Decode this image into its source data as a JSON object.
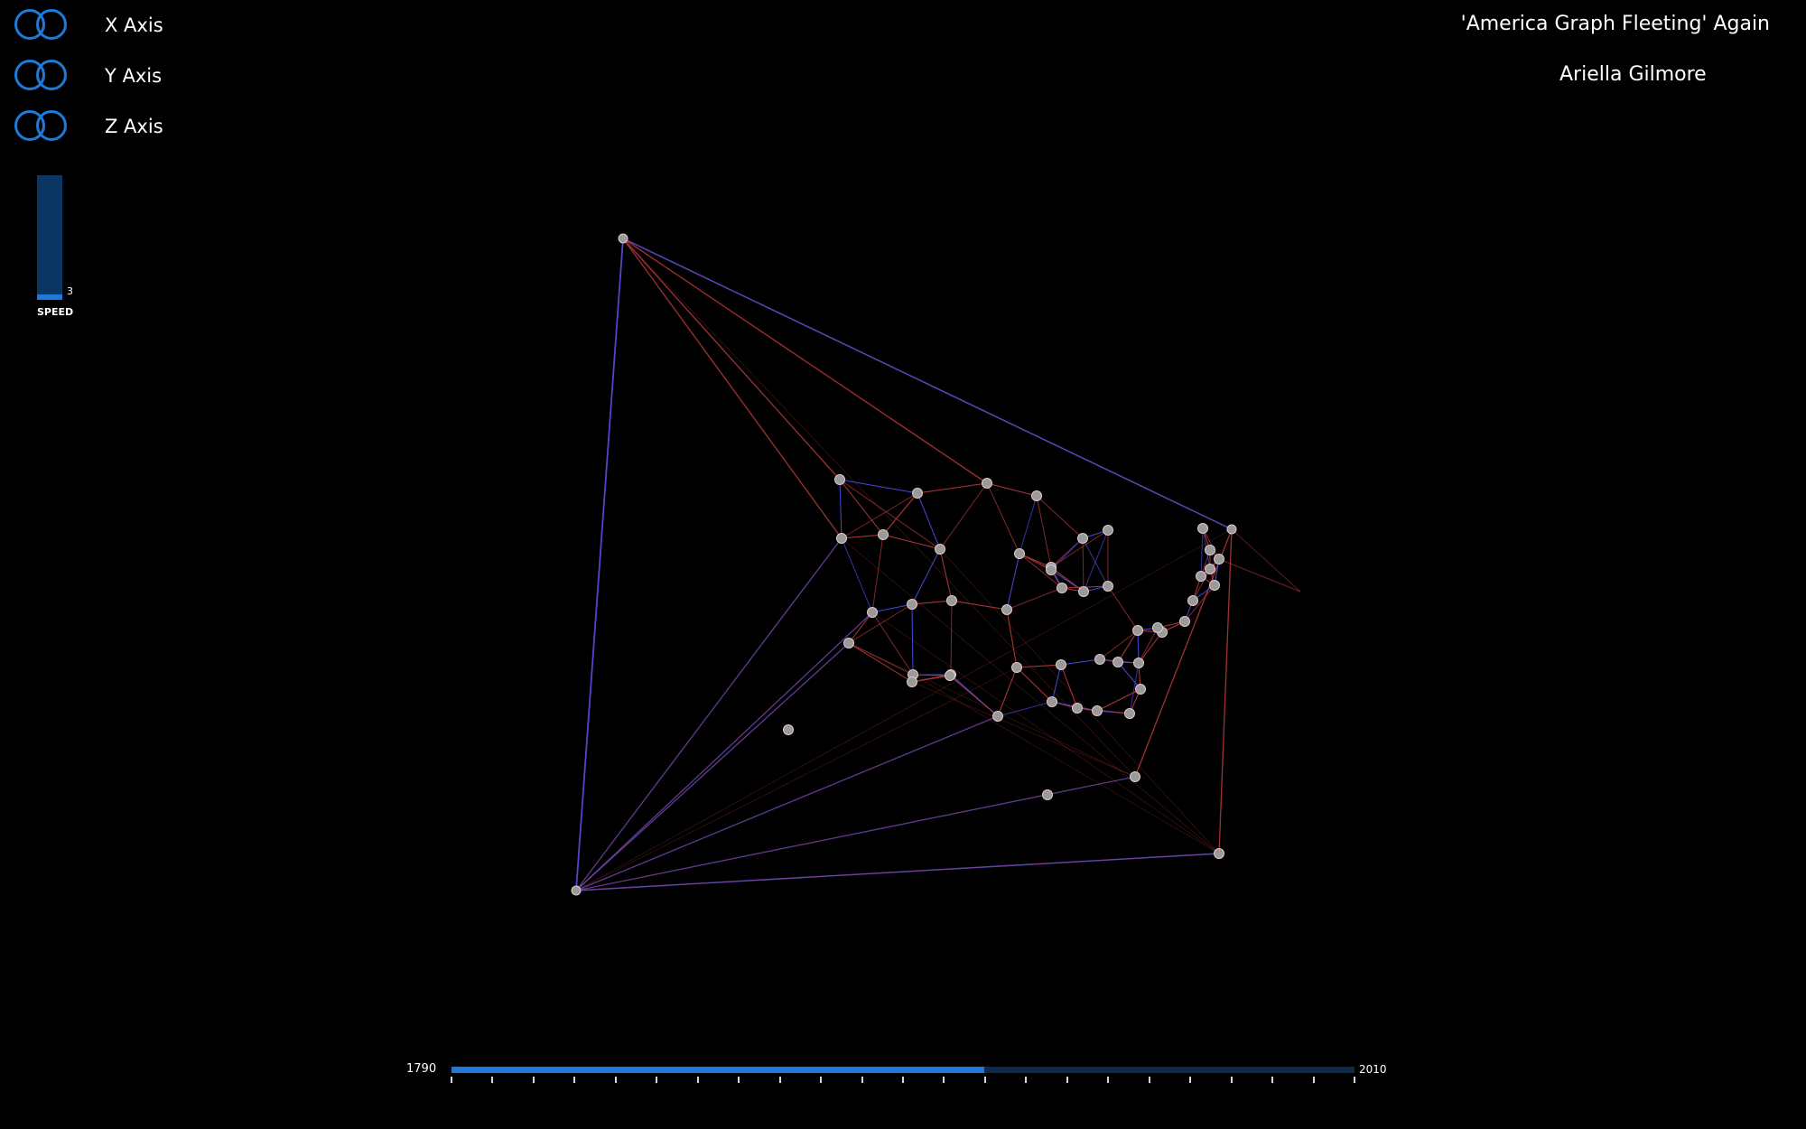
{
  "controls": {
    "axes": [
      {
        "label": "X Axis",
        "icon": "toggle-icon"
      },
      {
        "label": "Y Axis",
        "icon": "toggle-icon"
      },
      {
        "label": "Z Axis",
        "icon": "toggle-icon"
      }
    ],
    "speed": {
      "label": "SPEED",
      "value": "3",
      "fill_fraction": 0.04
    }
  },
  "header": {
    "title": "'America Graph Fleeting' Again",
    "author": "Ariella Gilmore"
  },
  "timeline": {
    "start": "1790",
    "end": "2010",
    "progress_fraction": 0.59,
    "tick_count": 23
  },
  "colors": {
    "accent": "#1d7ad9",
    "accent_dark": "#0b3563",
    "edge_red": "#b83a3a",
    "edge_blue": "#4a4adf",
    "node": "#9a9a9a",
    "background": "#000000"
  }
}
